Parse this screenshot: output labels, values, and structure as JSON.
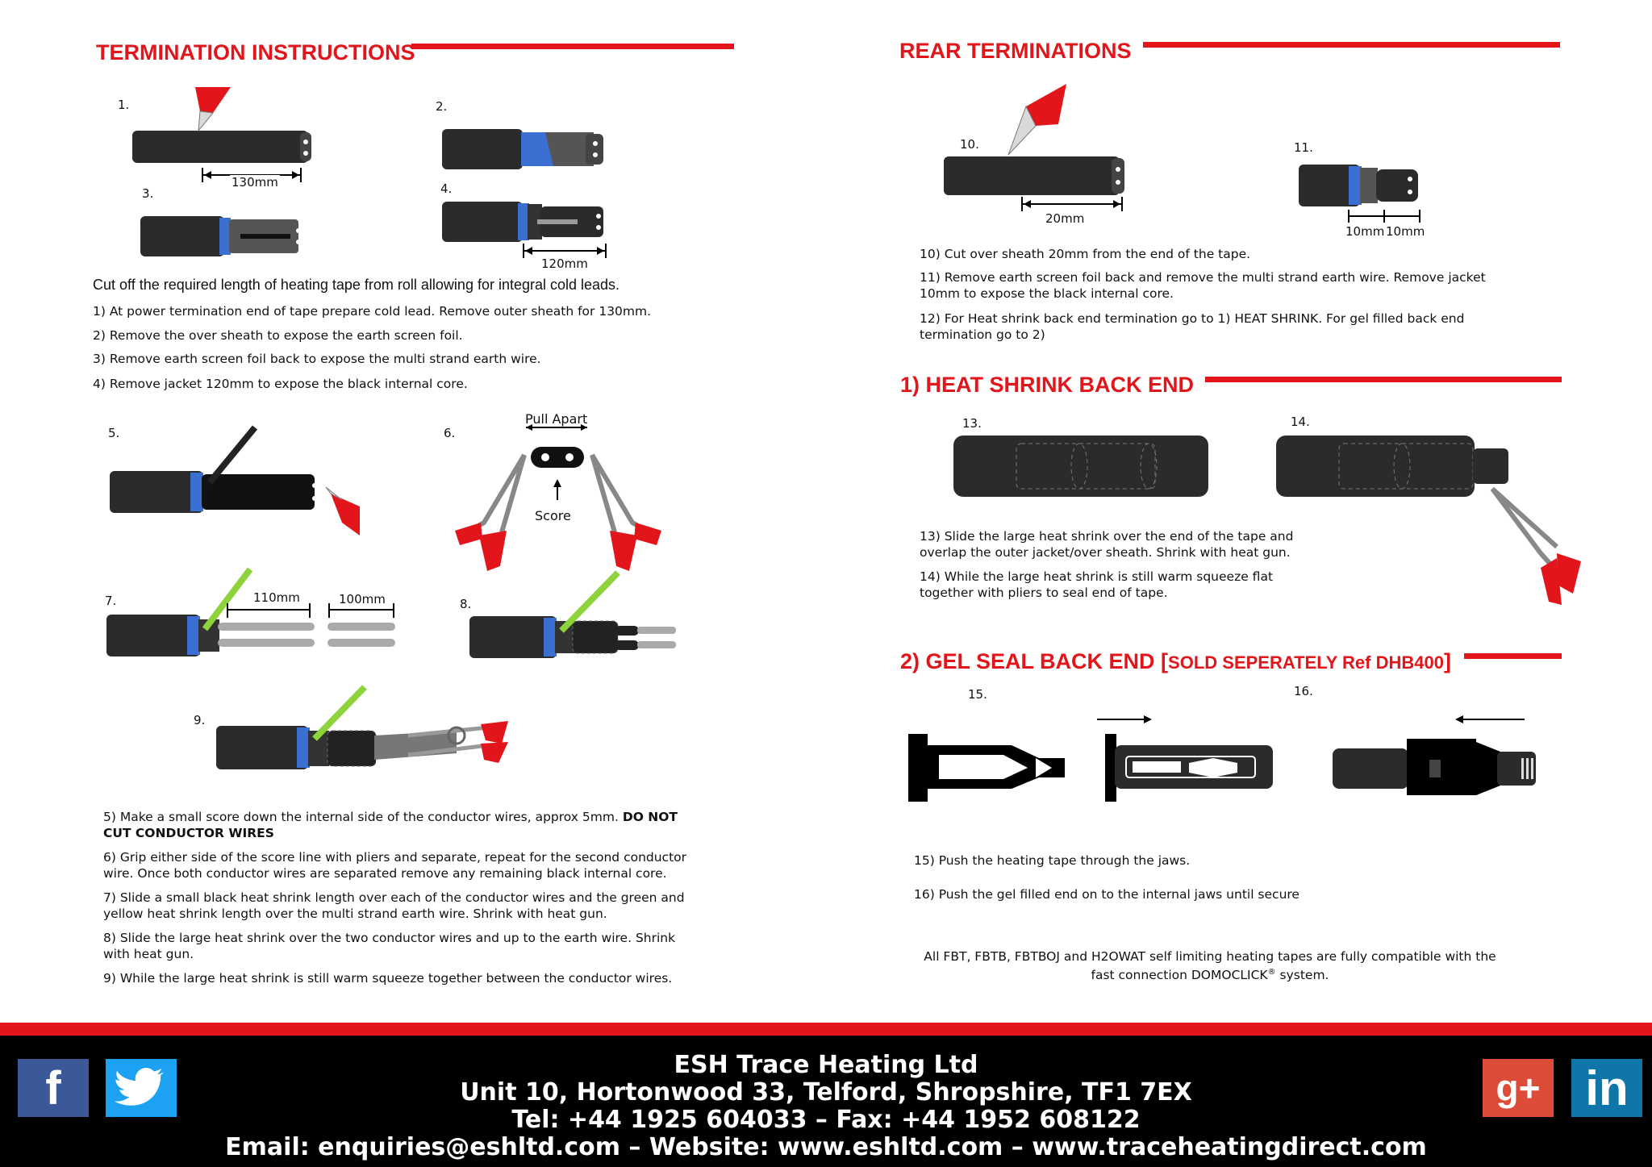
{
  "left": {
    "heading": "TERMINATION INSTRUCTIONS",
    "steps_a": [
      "1.",
      "2.",
      "3.",
      "4."
    ],
    "dims_a": {
      "d130": "130mm",
      "d120": "120mm"
    },
    "intro": "Cut off the required length of heating tape from roll allowing for integral cold leads.",
    "instructions_a": [
      "1) At power termination end of tape prepare cold lead. Remove outer sheath for 130mm.",
      "2) Remove the over sheath to expose the earth screen foil.",
      "3) Remove earth screen foil back to expose the multi strand earth wire.",
      "4) Remove jacket 120mm to expose the black internal core."
    ],
    "steps_b": [
      "5.",
      "6.",
      "7.",
      "8.",
      "9."
    ],
    "pull_apart": "Pull Apart",
    "score": "Score",
    "dims_b": {
      "d110": "110mm",
      "d100": "100mm"
    },
    "instr5_main": "5) Make a small score down the internal side of the conductor wires, approx 5mm. ",
    "instr5_bold": "DO NOT CUT CONDUCTOR WIRES",
    "instructions_b": [
      "6) Grip either side of the score line with pliers and separate, repeat for the second conductor wire. Once both conductor wires are separated remove any remaining black internal core.",
      "7) Slide a small black heat shrink length over each of the conductor wires and the green and yellow heat shrink length over the multi strand earth wire. Shrink with heat gun.",
      "8) Slide the large heat shrink over the two conductor wires and up to the earth wire. Shrink with heat gun.",
      "9) While the large heat shrink is still warm squeeze together between the conductor wires."
    ]
  },
  "right": {
    "heading": "REAR TERMINATIONS",
    "steps_a": [
      "10.",
      "11."
    ],
    "dims_a": {
      "d20": "20mm",
      "d10a": "10mm",
      "d10b": "10mm"
    },
    "instructions_a": [
      "10) Cut over sheath 20mm from the end of the tape.",
      "11) Remove earth screen foil back and remove the multi strand earth wire. Remove jacket 10mm to expose the black internal core.",
      "12) For Heat shrink back end termination go to 1) HEAT SHRINK.  For gel filled back end termination go to 2)"
    ],
    "heading_shrink": "1) HEAT SHRINK BACK END",
    "steps_b": [
      "13.",
      "14."
    ],
    "instructions_b": [
      "13) Slide the large heat shrink over the end of the tape and overlap the outer jacket/over sheath. Shrink with heat gun.",
      "14) While the large heat shrink is still warm squeeze flat together with pliers to seal end of tape."
    ],
    "heading_gel": "2) GEL SEAL BACK END [",
    "heading_gel_small": "SOLD SEPERATELY Ref DHB400",
    "heading_gel_end": "]",
    "steps_c": [
      "15.",
      "16."
    ],
    "instructions_c": [
      "15) Push the heating tape through the jaws.",
      "16) Push the gel filled end on to the internal jaws until secure"
    ],
    "compat_line1": "All FBT, FBTB, FBTBOJ and H2OWAT self limiting heating tapes are fully compatible with the",
    "compat_line2a": "fast connection DOMOCLICK",
    "compat_reg": "®",
    "compat_line2b": " system."
  },
  "footer": {
    "company": "ESH Trace Heating Ltd",
    "address": "Unit 10, Hortonwood 33, Telford, Shropshire, TF1 7EX",
    "phone": "Tel: +44 1925 604033 – Fax: +44 1952 608122",
    "web": "Email: enquiries@eshltd.com – Website: www.eshltd.com – www.traceheatingdirect.com",
    "social": {
      "facebook": "f",
      "google": "g+",
      "linkedin": "in"
    }
  },
  "colors": {
    "accent": "#e2151b",
    "cable": "#2b2b2b",
    "foil": "#3b6fd1",
    "earth": "#8ed33b"
  }
}
